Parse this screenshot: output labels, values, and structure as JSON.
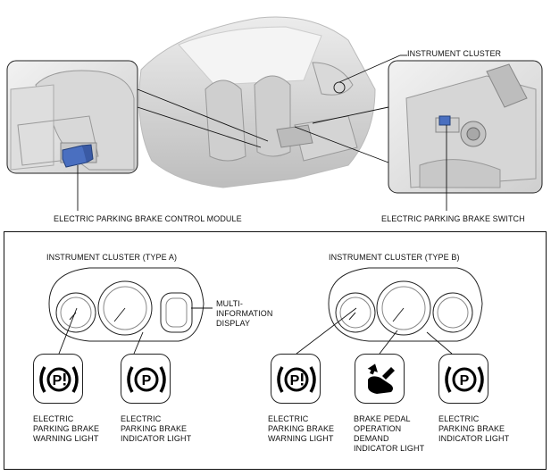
{
  "top": {
    "instrument_cluster": "INSTRUMENT CLUSTER",
    "control_module": "ELECTRIC PARKING BRAKE CONTROL MODULE",
    "switch": "ELECTRIC PARKING BRAKE SWITCH"
  },
  "type_a": {
    "title": "INSTRUMENT CLUSTER (TYPE A)",
    "multi_info": "MULTI-\nINFORMATION\nDISPLAY",
    "warning_label": "ELECTRIC\nPARKING BRAKE\nWARNING LIGHT",
    "indicator_label": "ELECTRIC\nPARKING BRAKE\nINDICATOR LIGHT",
    "warning_symbol": "(P!)",
    "indicator_symbol": "(P)"
  },
  "type_b": {
    "title": "INSTRUMENT CLUSTER (TYPE B)",
    "warning_label": "ELECTRIC\nPARKING BRAKE\nWARNING LIGHT",
    "pedal_label": "BRAKE PEDAL\nOPERATION\nDEMAND\nINDICATOR LIGHT",
    "indicator_label": "ELECTRIC\nPARKING BRAKE\nINDICATOR LIGHT",
    "warning_symbol": "(P!)",
    "indicator_symbol": "(P)"
  },
  "colors": {
    "module_blue": "#4a6fc0",
    "line": "#111111",
    "gray_panel": "#e6e6e6"
  },
  "icons": [
    "parking-brake-warning-icon",
    "parking-brake-indicator-icon",
    "brake-pedal-demand-icon"
  ]
}
